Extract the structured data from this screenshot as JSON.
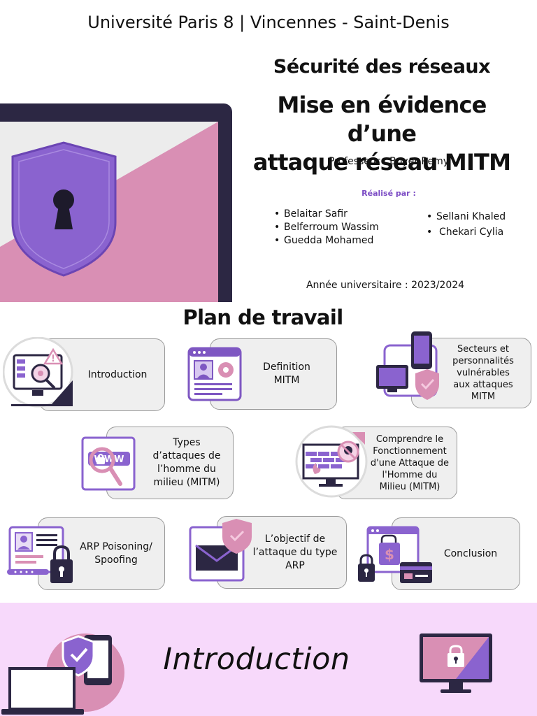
{
  "header": {
    "university": "Université Paris 8 | Vincennes - Saint-Denis",
    "course": "Sécurité des réseaux",
    "title_line1": "Mise en évidence d’une",
    "title_line2": "attaque réseau MITM",
    "professor": "Professeur : Boyer Remy",
    "realise_par": "Réalisé par :",
    "authors_left": [
      "Belaitar Safir",
      "Belferroum Wassim",
      "Guedda Mohamed"
    ],
    "authors_right": [
      "Sellani Khaled",
      "Chekari Cylia"
    ],
    "year": "Année universitaire :  2023/2024"
  },
  "plan": {
    "title": "Plan de travail",
    "items": [
      {
        "label": "Introduction",
        "icon": "computer-bug-magnifier-icon"
      },
      {
        "label": "Definition\nMITM",
        "icon": "profile-gear-window-icon"
      },
      {
        "label": "Secteurs et\npersonnalités\nvulnérables\naux attaques\nMITM",
        "icon": "devices-shield-icon"
      },
      {
        "label": "Types\nd’attaques de\nl’homme du\nmilieu (MITM)",
        "icon": "www-magnifier-icon"
      },
      {
        "label": "Comprendre le\nFonctionnement\nd'une Attaque de\nl'Homme du\nMilieu (MITM)",
        "icon": "firewall-hacker-icon"
      },
      {
        "label": "ARP Poisoning/\nSpoofing",
        "icon": "id-card-lock-icon"
      },
      {
        "label": "L’objectif de\nl’attaque du type\nARP",
        "icon": "envelope-shield-icon"
      },
      {
        "label": "Conclusion",
        "icon": "payment-lock-icon"
      }
    ]
  },
  "footer": {
    "title": "Introduction"
  },
  "colors": {
    "purple": "#7e57c2",
    "pink": "#d98fb4",
    "navy": "#2c2743",
    "footer_bg": "#f7d9fb",
    "card_bg": "#efefef"
  }
}
